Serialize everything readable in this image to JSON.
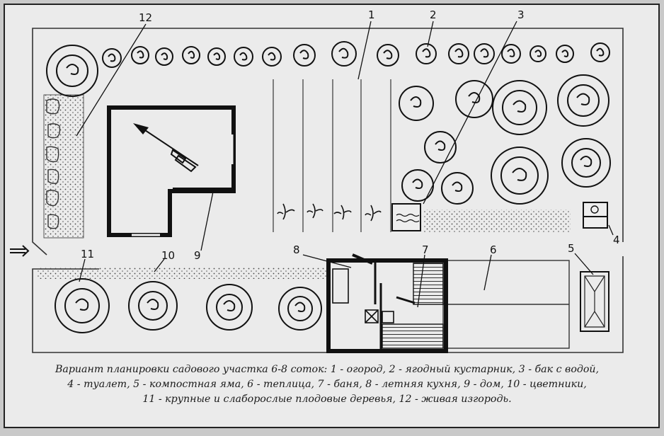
{
  "diagram": {
    "labels": {
      "l1": "1",
      "l2": "2",
      "l3": "3",
      "l4": "4",
      "l5": "5",
      "l6": "6",
      "l7": "7",
      "l8": "8",
      "l9": "9",
      "l10": "10",
      "l11": "11",
      "l12": "12"
    },
    "caption": [
      "Вариант планировки садового участка 6-8 соток: 1 - огород, 2 - ягодный кустарник, 3 - бак с водой,",
      "4 - туалет, 5 - компостная яма, 6 - теплица, 7 - баня, 8 - летняя кухня, 9 - дом, 10 - цветники,",
      "11 - крупные и слаборослые плодовые деревья, 12 - живая изгородь."
    ]
  }
}
